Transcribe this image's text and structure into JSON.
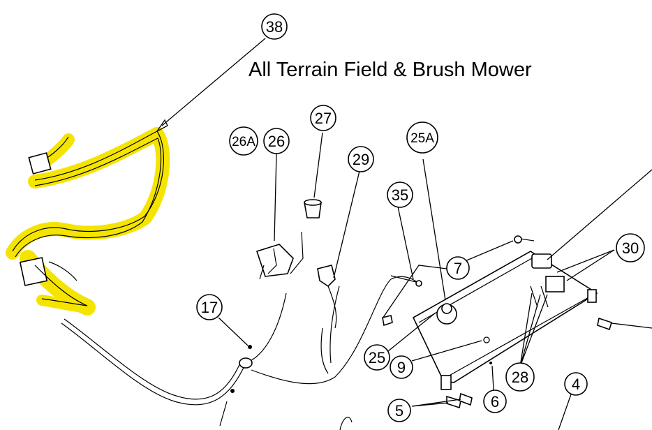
{
  "title": "All Terrain Field & Brush Mower",
  "highlight_color": "#f5e400",
  "callouts": {
    "c38": "38",
    "c27": "27",
    "c26a": "26A",
    "c26": "26",
    "c29": "29",
    "c25a": "25A",
    "c35": "35",
    "c7": "7",
    "c30": "30",
    "c17": "17",
    "c25": "25",
    "c9": "9",
    "c28": "28",
    "c5": "5",
    "c6": "6",
    "c4": "4"
  }
}
